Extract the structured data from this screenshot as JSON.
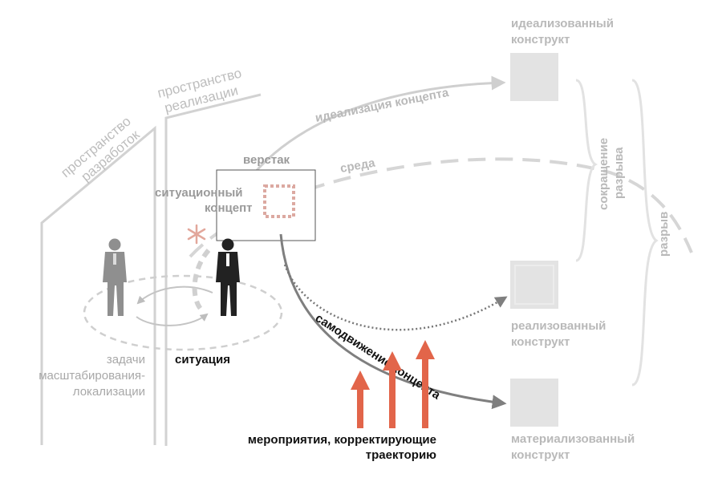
{
  "labels": {
    "space_dev_1": "пространство",
    "space_dev_2": "разработок",
    "space_real_1": "пространство",
    "space_real_2": "реализации",
    "idealization": "идеализация концепта",
    "workbench": "верстак",
    "environment": "среда",
    "situational_1": "ситуационный",
    "situational_2": "концепт",
    "ideal_1": "идеализованный",
    "ideal_2": "конструкт",
    "realized_1": "реализованный",
    "realized_2": "конструкт",
    "material_1": "материализованный",
    "material_2": "конструкт",
    "gap_reduction_1": "сокращение",
    "gap_reduction_2": "разрыва",
    "gap": "разрыв",
    "self_motion": "самодвижение концепта",
    "situation": "ситуация",
    "tasks_1": "задачи",
    "tasks_2": "масштабирования-",
    "tasks_3": "локализации",
    "measures_1": "мероприятия, корректирующие",
    "measures_2": "траекторию"
  },
  "colors": {
    "gray_light": "#cfcfcf",
    "gray_mid": "#9a9a9a",
    "gray_dark": "#777777",
    "red": "#e2654a",
    "box": "#e3e3e3",
    "dashed_pink": "#d9a8a0"
  },
  "icons": [
    "person-gray-icon",
    "person-black-icon",
    "asterisk-icon"
  ]
}
